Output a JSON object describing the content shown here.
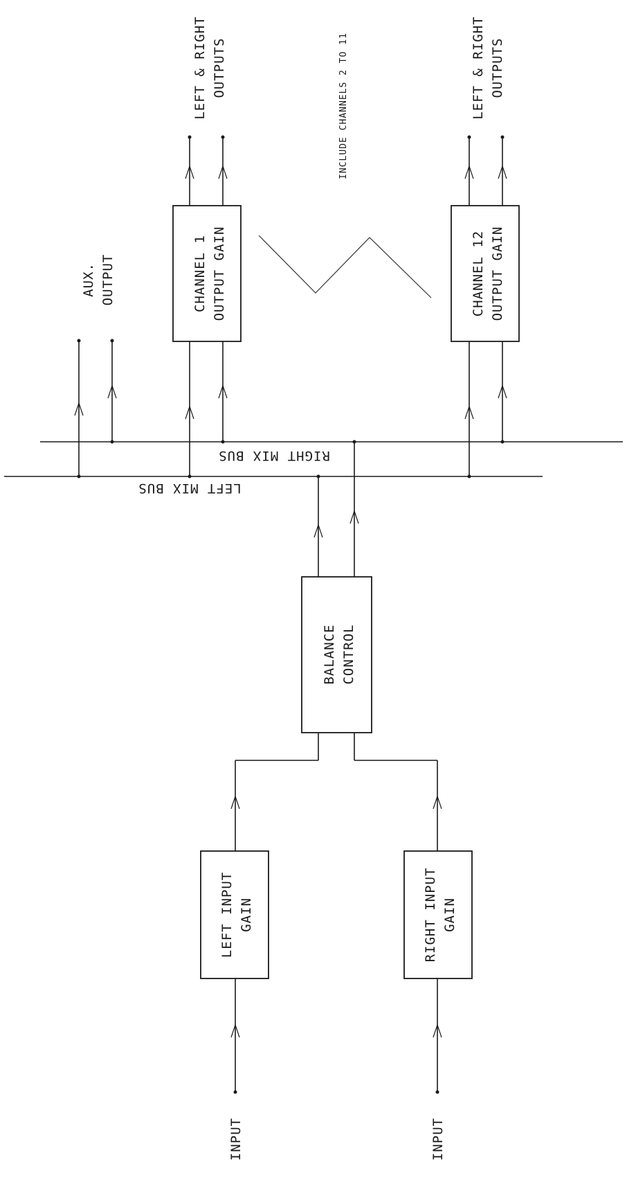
{
  "inputs": {
    "left_input_label": "INPUT",
    "right_input_label": "INPUT"
  },
  "blocks": {
    "left_input_gain": [
      "LEFT INPUT",
      "GAIN"
    ],
    "right_input_gain": [
      "RIGHT INPUT",
      "GAIN"
    ],
    "balance_control": [
      "BALANCE",
      "CONTROL"
    ],
    "channel_1": [
      "CHANNEL 1",
      "OUTPUT GAIN"
    ],
    "channel_12": [
      "CHANNEL 12",
      "OUTPUT GAIN"
    ]
  },
  "buses": {
    "left_mix_bus": "LEFT MIX BUS",
    "right_mix_bus": "RIGHT MIX BUS"
  },
  "outputs": {
    "aux_output": [
      "AUX.",
      "OUTPUT"
    ],
    "channel_1_outputs": [
      "LEFT & RIGHT",
      "OUTPUTS"
    ],
    "channel_12_outputs": [
      "LEFT & RIGHT",
      "OUTPUTS"
    ]
  },
  "note": "INCLUDE CHANNELS 2 TO 11"
}
